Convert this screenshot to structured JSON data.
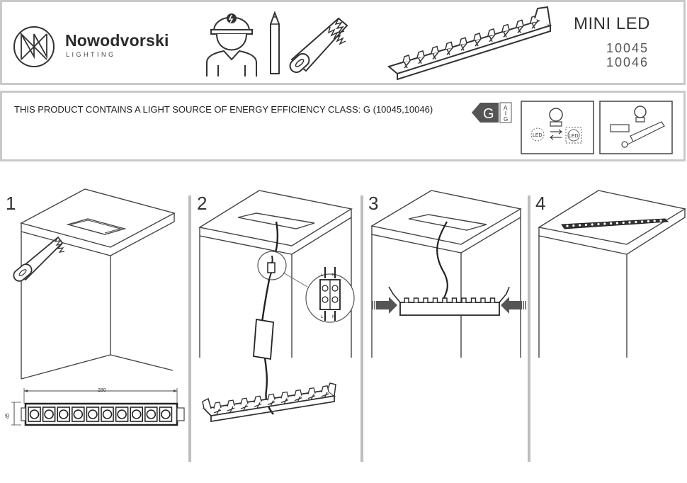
{
  "header": {
    "brand_name": "Nowodvorski",
    "brand_sub": "LIGHTING",
    "product_title": "MINI LED",
    "codes": [
      "10045",
      "10046"
    ]
  },
  "energy": {
    "statement": "THIS PRODUCT CONTAINS A LIGHT SOURCE OF ENERGY EFFICIENCY CLASS: G (10045,10046)",
    "class_letter": "G",
    "scale_top": "A",
    "scale_bottom": "G",
    "led_label": "LED",
    "icons": [
      "electrician-icon",
      "led-replaceable-icon",
      "driver-replaceable-icon"
    ]
  },
  "steps": [
    {
      "number": "1"
    },
    {
      "number": "2"
    },
    {
      "number": "3"
    },
    {
      "number": "4"
    }
  ],
  "dimensions": {
    "length": "280",
    "height": "45"
  },
  "wiring": {
    "terminal_labels": [
      "L",
      "N"
    ]
  },
  "colors": {
    "border": "#c9c9c9",
    "line": "#333333",
    "energy_arrow": "#555555"
  }
}
